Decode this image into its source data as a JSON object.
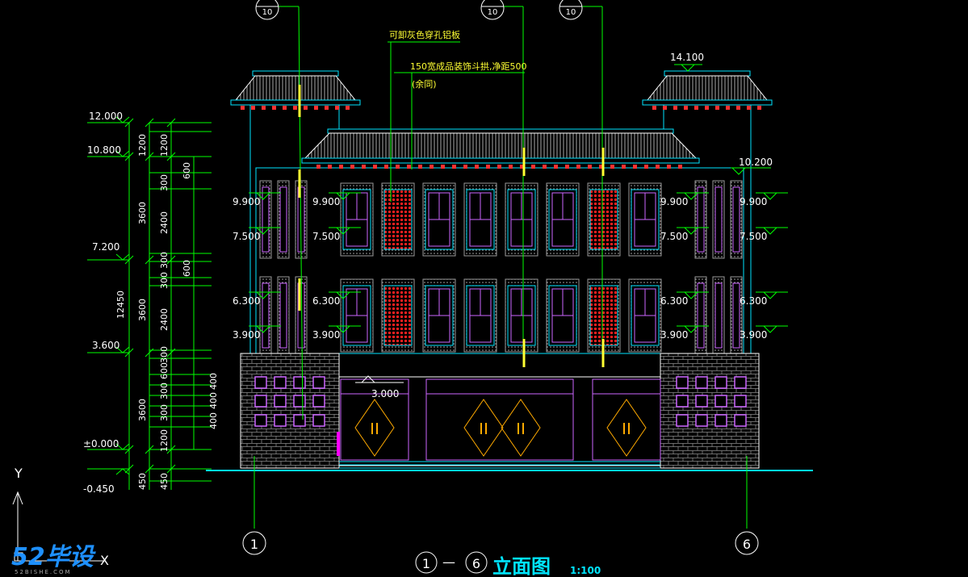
{
  "drawing": {
    "title": "立面图",
    "scale": "1:100",
    "title_axis_start": "1",
    "title_axis_end": "6",
    "title_dash": "—"
  },
  "axes": {
    "left": "1",
    "right": "6"
  },
  "detail_refs": [
    "10",
    "10",
    "10"
  ],
  "notes": {
    "panel": "可卸灰色穿孔铝板",
    "bracket": "150宽成品装饰斗拱,净距500",
    "bracket_sub": "(余同)"
  },
  "elevations": {
    "roof_top": "14.100",
    "eave_right": "10.200",
    "level_12": "12.000",
    "level_10_8": "10.800",
    "level_7_2": "7.200",
    "level_3_6": "3.600",
    "level_0": "±0.000",
    "level_neg": "-0.450",
    "win_9_9": "9.900",
    "win_7_5": "7.500",
    "win_6_3": "6.300",
    "win_3_9": "3.900",
    "door_3_0": "3.000"
  },
  "dimensions": {
    "total": "12450",
    "col1": [
      "3600",
      "3600",
      "3600",
      "450"
    ],
    "col2": [
      "1200",
      "2400",
      "300",
      "300",
      "2400",
      "300",
      "600",
      "300",
      "300",
      "1200",
      "450"
    ],
    "col3": [
      "600",
      "600"
    ],
    "base": [
      "400",
      "400",
      "400"
    ],
    "base2": "400"
  },
  "ucs": {
    "y": "Y",
    "x": "X"
  },
  "watermark": {
    "brand": "52毕设",
    "site": "52BISHE.COM"
  },
  "colors": {
    "background": "#000000",
    "green": "#00ff00",
    "cyan": "#00e5ff",
    "white": "#ffffff",
    "yellow": "#ffff33",
    "magenta": "#ff00ff",
    "red": "#ff2020",
    "gray": "#9a9a9a"
  }
}
